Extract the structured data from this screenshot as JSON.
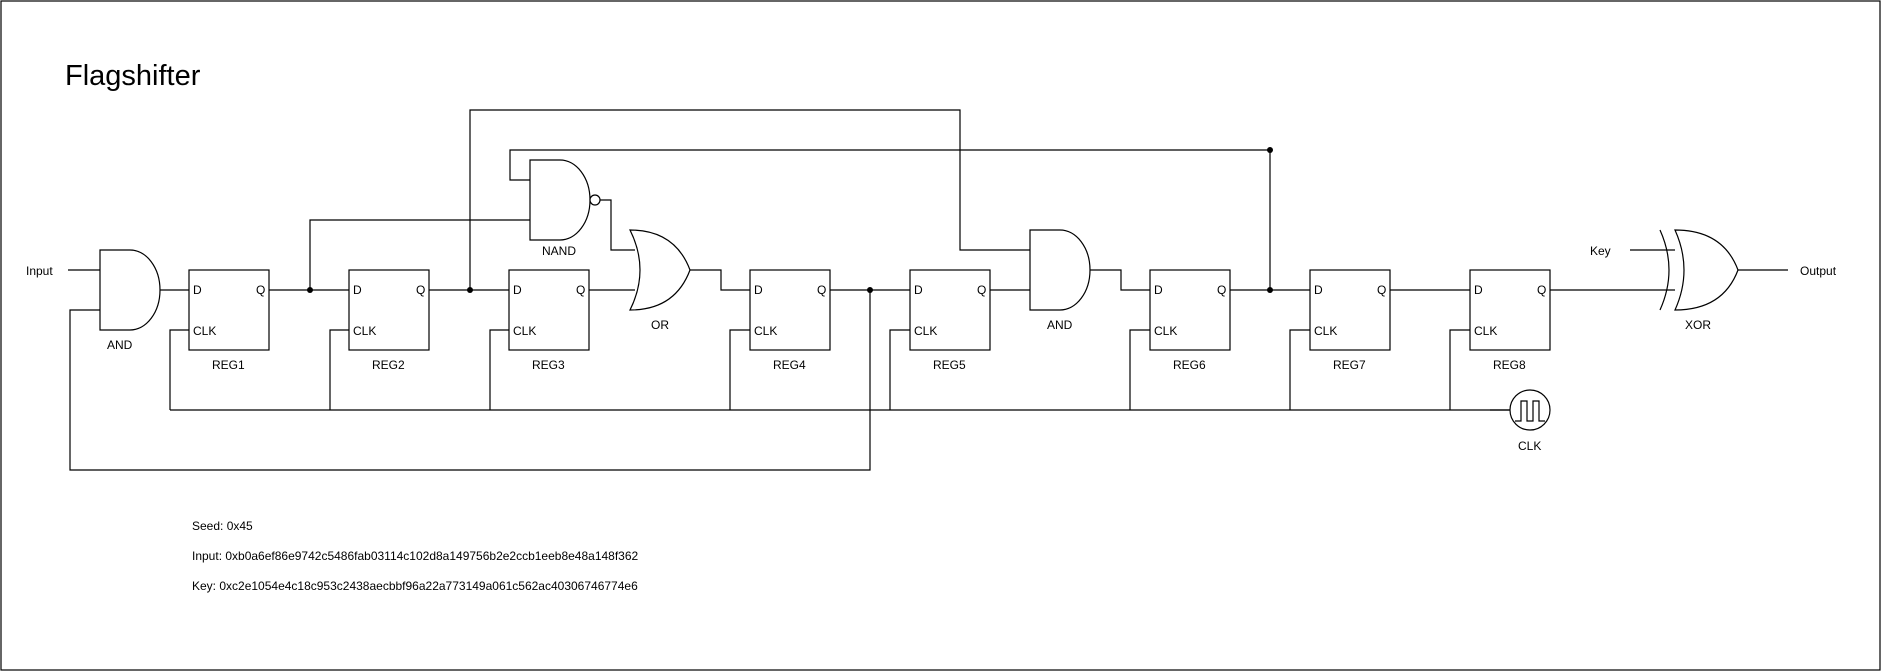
{
  "title": "Flagshifter",
  "io": {
    "input": "Input",
    "output": "Output",
    "key": "Key"
  },
  "gates": {
    "and1": "AND",
    "nand": "NAND",
    "or": "OR",
    "and2": "AND",
    "xor": "XOR"
  },
  "pins": {
    "d": "D",
    "q": "Q",
    "clk": "CLK"
  },
  "registers": [
    "REG1",
    "REG2",
    "REG3",
    "REG4",
    "REG5",
    "REG6",
    "REG7",
    "REG8"
  ],
  "clock": {
    "label": "CLK"
  },
  "info": {
    "seed": "Seed: 0x45",
    "input": "Input: 0xb0a6ef86e9742c5486fab03114c102d8a149756b2e2ccb1eeb8e48a148f362",
    "key": "Key: 0xc2e1054e4c18c953c2438aecbbf96a22a773149a061c562ac40306746774e6"
  }
}
